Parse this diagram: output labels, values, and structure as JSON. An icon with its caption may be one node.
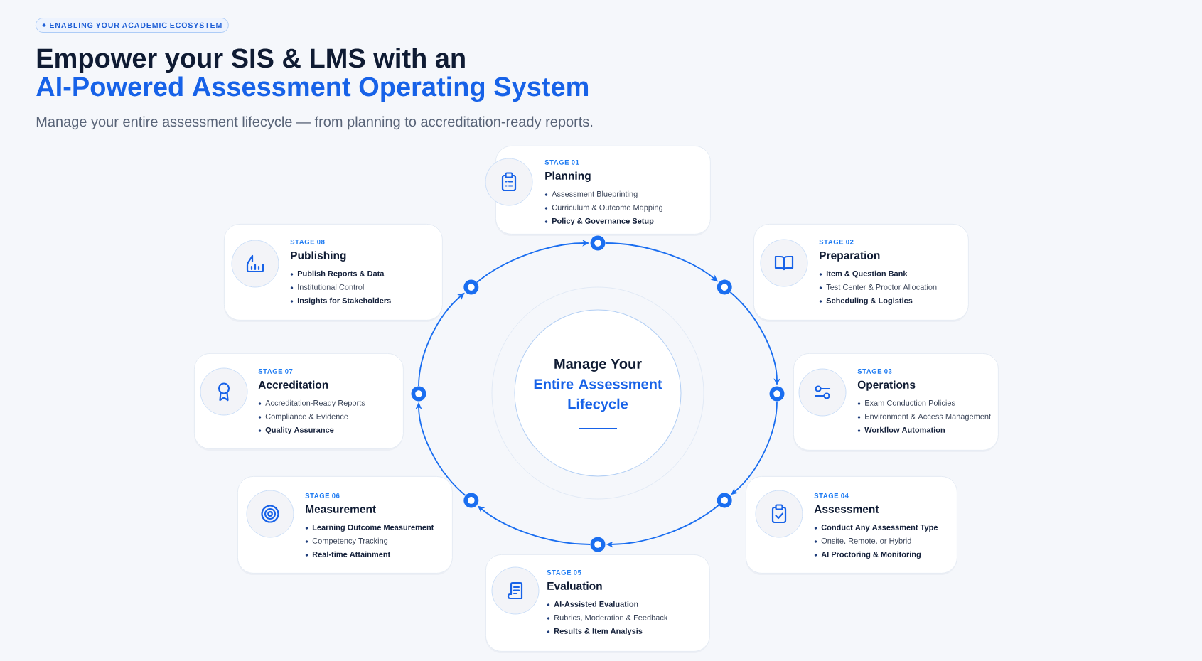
{
  "diagram": {
    "title": "Empower your SIS & LMS with an",
    "nodes": [
      {
        "text": [
          "ENABLING YOUR ACADEMIC ECOSYSTEM"
        ]
      },
      {
        "text": [
          "STAGE 01",
          "Planning",
          "Assessment Blueprinting",
          "Curriculum & Outcome Mapping",
          "Policy & Governance Setup"
        ]
      },
      {
        "text": [
          "STAGE 02",
          "Preparation",
          "Item & Question Bank",
          "Test Center & Proctor Allocation",
          "Scheduling & Logistics"
        ]
      },
      {
        "text": [
          "STAGE 03",
          "Operations",
          "Exam Conduction Policies",
          "Environment & Access Management",
          "Workflow Automation"
        ]
      },
      {
        "text": [
          "STAGE 04",
          "Assessment",
          "Conduct Any Assessment Type",
          "Onsite, Remote, or Hybrid",
          "AI Proctoring & Monitoring"
        ]
      },
      {
        "text": [
          "STAGE 05",
          "Evaluation",
          "AI-Assisted Evaluation",
          "Rubrics, Moderation & Feedback",
          "Results & Item Analysis"
        ]
      },
      {
        "text": [
          "STAGE 06",
          "Measurement",
          "Learning Outcome Measurement",
          "Competency Tracking",
          "Real-time Attainment"
        ]
      },
      {
        "text": [
          "STAGE 07",
          "Accreditation",
          "Accreditation-Ready Reports",
          "Compliance & Evidence",
          "Quality Assurance"
        ]
      },
      {
        "text": [
          "STAGE 08",
          "Publishing",
          "Publish Reports & Data",
          "Institutional Control",
          "Insights for Stakeholders"
        ]
      },
      {
        "text": [
          "Manage Your",
          "Entire Assessment Lifecycle"
        ]
      },
      {
        "text": [],
        "shape": "circle"
      },
      {
        "text": [],
        "shape": "circle"
      },
      {
        "text": [],
        "shape": "circle"
      },
      {
        "text": [],
        "shape": "circle"
      },
      {
        "text": [],
        "shape": "circle"
      },
      {
        "text": [],
        "shape": "circle"
      },
      {
        "text": [],
        "shape": "circle"
      },
      {
        "text": [],
        "shape": "circle"
      }
    ],
    "edges": [
      {
        "from": 10,
        "to": 11,
        "arrow": "to"
      },
      {
        "from": 11,
        "to": 12,
        "arrow": "to"
      },
      {
        "from": 12,
        "to": 13,
        "arrow": "to"
      },
      {
        "from": 13,
        "to": 14,
        "arrow": "to"
      },
      {
        "from": 14,
        "to": 15,
        "arrow": "to"
      },
      {
        "from": 15,
        "to": 16,
        "arrow": "to"
      },
      {
        "from": 16,
        "to": 17,
        "arrow": "to"
      },
      {
        "from": 17,
        "to": 10,
        "arrow": "to"
      }
    ],
    "labels": [
      "AI-Powered Assessment Operating System",
      "Manage your entire assessment lifecycle — from planning to accreditation-ready reports."
    ]
  }
}
